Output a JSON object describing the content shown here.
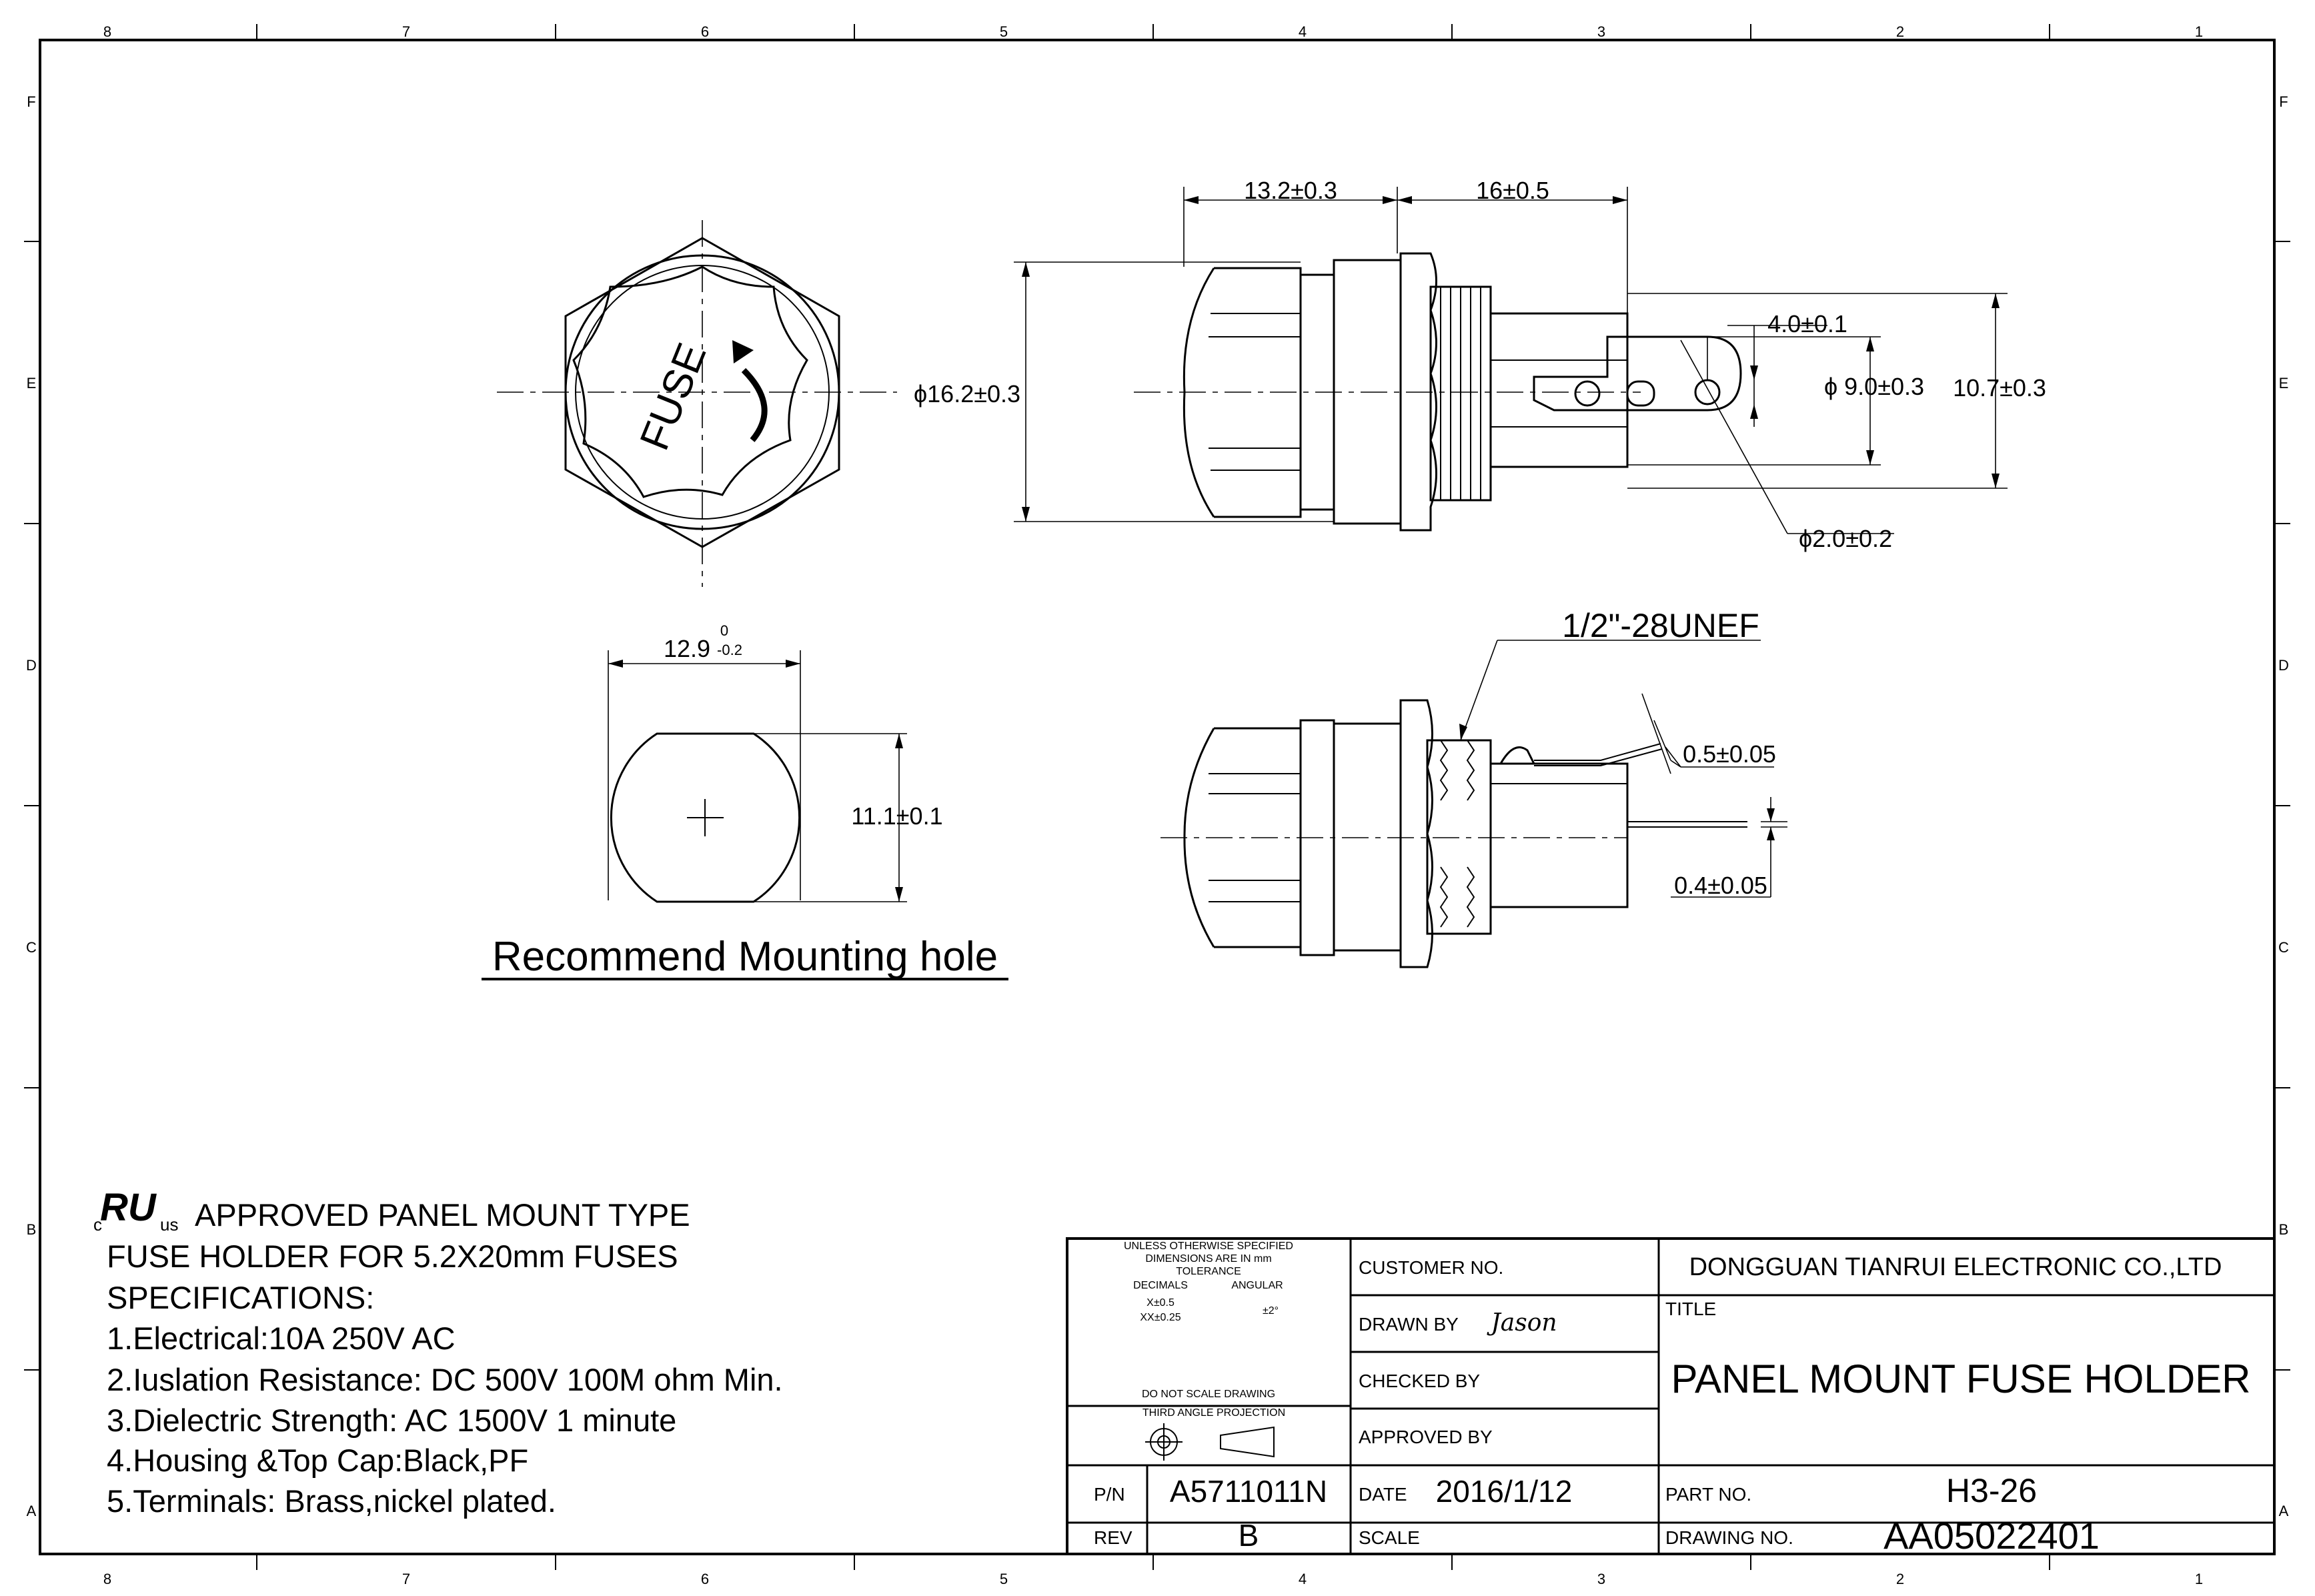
{
  "zones": {
    "columns": [
      "8",
      "7",
      "6",
      "5",
      "4",
      "3",
      "2",
      "1"
    ],
    "rows": [
      "F",
      "E",
      "D",
      "C",
      "B",
      "A"
    ]
  },
  "front_view": {
    "cap_text": "FUSE"
  },
  "dimensions": {
    "body_length": "13.2±0.3",
    "terminal_length": "16±0.5",
    "body_diameter": "ϕ16.2±0.3",
    "terminal_width": "4.0±0.1",
    "terminal_height_a": "ϕ 9.0±0.3",
    "terminal_height_b": "10.7±0.3",
    "hole_diameter": "ϕ2.0±0.2",
    "thread": "1/2\"-28UNEF",
    "terminal_thickness_a": "0.5±0.05",
    "terminal_thickness_b": "0.4±0.05",
    "hole_width_base": "12.9",
    "hole_width_upper_tol": "0",
    "hole_width_lower_tol": "-0.2",
    "hole_height": "11.1±0.1"
  },
  "mounting_hole_title": "Recommend Mounting hole",
  "specs": {
    "approval_mark": {
      "left": "c",
      "logo": "RU",
      "right": "us"
    },
    "line1": "APPROVED PANEL MOUNT TYPE",
    "line2": "FUSE HOLDER FOR 5.2X20mm FUSES",
    "line3": "SPECIFICATIONS:",
    "items": [
      "1.Electrical:10A 250V AC",
      "2.Iuslation Resistance: DC 500V 100M ohm Min.",
      "3.Dielectric Strength: AC 1500V 1 minute",
      "4.Housing &Top Cap:Black,PF",
      "5.Terminals: Brass,nickel plated."
    ]
  },
  "title_block": {
    "tolerance_lines": [
      "UNLESS OTHERWISE SPECIFIED",
      "DIMENSIONS ARE IN mm",
      "TOLERANCE"
    ],
    "decimals_label": "DECIMALS",
    "angular_label": "ANGULAR",
    "decimal_x": "X±0.5",
    "decimal_xx": "XX±0.25",
    "angular_value": "±2°",
    "do_not_scale": "DO NOT SCALE DRAWING",
    "projection": "THIRD ANGLE PROJECTION",
    "customer_no_label": "CUSTOMER NO.",
    "customer_no": "",
    "drawn_by_label": "DRAWN BY",
    "drawn_by": "Jason",
    "checked_by_label": "CHECKED BY",
    "checked_by": "",
    "approved_by_label": "APPROVED BY",
    "approved_by": "",
    "pn_label": "P/N",
    "pn": "A5711011N",
    "rev_label": "REV",
    "rev": "B",
    "date_label": "DATE",
    "date": "2016/1/12",
    "scale_label": "SCALE",
    "scale": "",
    "company": "DONGGUAN TIANRUI ELECTRONIC CO.,LTD",
    "title_label": "TITLE",
    "title": "PANEL MOUNT FUSE HOLDER",
    "part_no_label": "PART NO.",
    "part_no": "H3-26",
    "drawing_no_label": "DRAWING NO.",
    "drawing_no": "AA05022401"
  }
}
